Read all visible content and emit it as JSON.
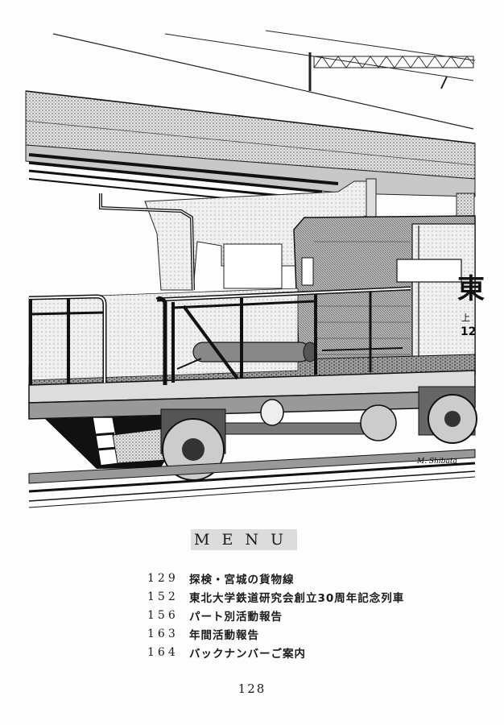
{
  "illustration": {
    "car_mark_1": "東",
    "car_mark_2": "上",
    "car_mark_3": "12",
    "signature": "M. Shibata"
  },
  "menu": {
    "heading": "MENU",
    "items": [
      {
        "page": "129",
        "title": "探検・宮城の貨物線"
      },
      {
        "page": "152",
        "title": "東北大学鉄道研究会創立30周年記念列車"
      },
      {
        "page": "156",
        "title": "パート別活動報告"
      },
      {
        "page": "163",
        "title": "年間活動報告"
      },
      {
        "page": "164",
        "title": "バックナンバーご案内"
      }
    ]
  },
  "page_number": "128",
  "colors": {
    "ink": "#1a1a1a",
    "paper": "#fdfdfd",
    "screen": "#cfcfcf"
  }
}
